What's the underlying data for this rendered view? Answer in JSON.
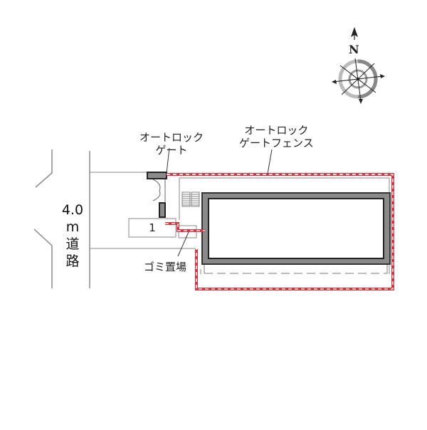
{
  "diagram": {
    "type": "site-plan",
    "road": {
      "width_label": "4.0",
      "unit": "m",
      "label_line1": "道",
      "label_line2": "路"
    },
    "labels": {
      "autolock_gate_line1": "オートロック",
      "autolock_gate_line2": "ゲート",
      "autolock_fence_line1": "オートロック",
      "autolock_fence_line2": "ゲートフェンス",
      "garbage": "ゴミ置場"
    },
    "parking": {
      "slot_number": "1"
    },
    "compass": {
      "north_label": "N"
    },
    "colors": {
      "fence_red": "#e0303a",
      "building_wall": "#4d4d4d",
      "line_gray": "#8a8a8a",
      "text": "#222222"
    }
  }
}
